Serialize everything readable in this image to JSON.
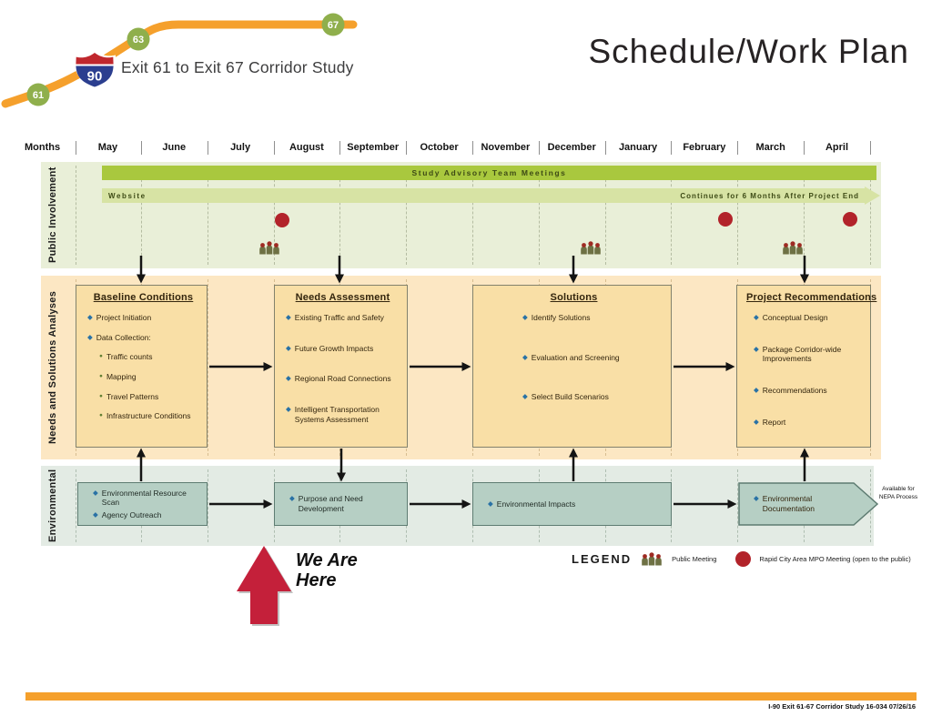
{
  "title": "Schedule/Work Plan",
  "logo": {
    "shield_number": "90",
    "exit_markers": [
      "61",
      "63",
      "67"
    ],
    "study_name": "Exit 61 to Exit 67 Corridor Study"
  },
  "timeline": {
    "months_label": "Months",
    "months": [
      "May",
      "June",
      "July",
      "August",
      "September",
      "October",
      "November",
      "December",
      "January",
      "February",
      "March",
      "April"
    ]
  },
  "icons": {
    "diamond_bullet": "◆",
    "sub_bullet": "●"
  },
  "lanes": {
    "public_involvement": {
      "label": "Public Involvement",
      "advisory_bar": "Study Advisory Team Meetings",
      "website_label": "Website",
      "website_note": "Continues for 6 Months After Project End",
      "public_meeting_months": [
        "August",
        "December",
        "March"
      ],
      "mpo_meeting_months": [
        "August",
        "February",
        "April"
      ]
    },
    "needs": {
      "label": "Needs and Solutions Analyses",
      "boxes": [
        {
          "title": "Baseline Conditions",
          "items": [
            {
              "lvl": 1,
              "t": "Project Initiation"
            },
            {
              "lvl": 1,
              "t": "Data Collection:"
            },
            {
              "lvl": 2,
              "t": "Traffic counts"
            },
            {
              "lvl": 2,
              "t": "Mapping"
            },
            {
              "lvl": 2,
              "t": "Travel Patterns"
            },
            {
              "lvl": 2,
              "t": "Infrastructure Conditions"
            }
          ]
        },
        {
          "title": "Needs Assessment",
          "items": [
            "Existing Traffic and Safety",
            "Future Growth Impacts",
            "Regional Road Connections",
            "Intelligent Transportation Systems Assessment"
          ]
        },
        {
          "title": "Solutions",
          "items": [
            "Identify Solutions",
            "Evaluation and Screening",
            "Select Build Scenarios"
          ]
        },
        {
          "title": "Project Recommendations",
          "items": [
            "Conceptual Design",
            "Package Corridor-wide Improvements",
            "Recommendations",
            "Report"
          ]
        }
      ]
    },
    "environmental": {
      "label": "Environmental",
      "boxes": [
        {
          "items": [
            "Environmental Resource Scan",
            "Agency Outreach"
          ]
        },
        {
          "items": [
            "Purpose and Need Development"
          ]
        },
        {
          "items": [
            "Environmental Impacts"
          ]
        },
        {
          "items": [
            "Environmental Documentation"
          ]
        }
      ],
      "nepa_note": "Available for NEPA Process"
    }
  },
  "marker": {
    "line1": "We Are",
    "line2": "Here"
  },
  "legend": {
    "title": "LEGEND",
    "public_meeting_label": "Public Meeting",
    "mpo_meeting_label": "Rapid City Area MPO Meeting (open to the public)"
  },
  "footer": {
    "doc_id": "I-90 Exit 61-67 Corridor Study 16-034 07/26/16"
  },
  "colors": {
    "advisory_bar_green": "#a9c83e",
    "website_bar_green": "#d7e3a4",
    "pi_lane_bg": "#e9efd8",
    "needs_lane_bg": "#fce7c3",
    "needs_box_fill": "#f9dfa6",
    "env_lane_bg": "#e3ebe4",
    "env_box_fill": "#b6cfc4",
    "meeting_dot_red": "#b2232a",
    "we_are_here_red": "#c4203a",
    "footer_orange": "#f5a02c",
    "road_orange": "#f5a02c",
    "exit_circle_green": "#8faf4c"
  }
}
